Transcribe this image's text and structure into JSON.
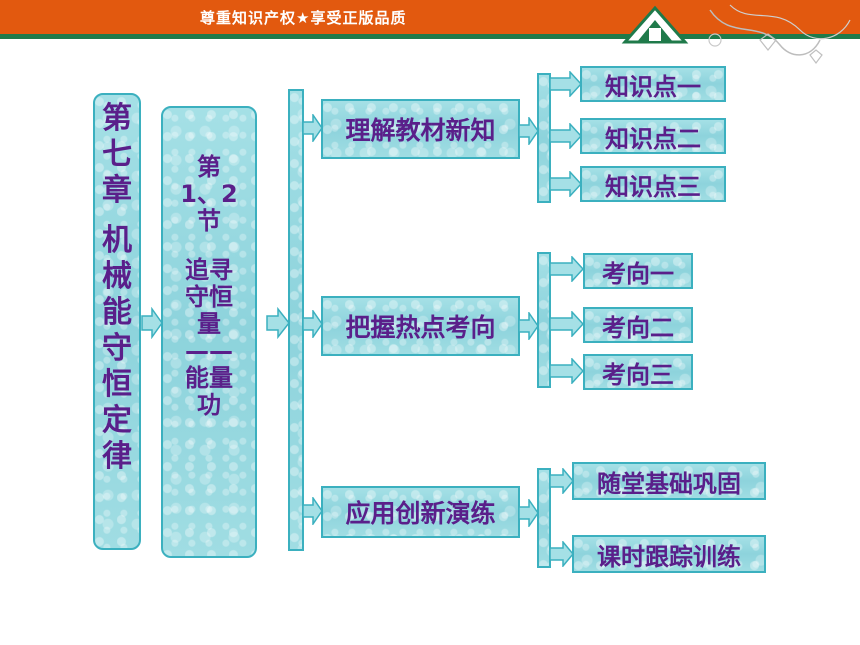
{
  "banner": {
    "text": "尊重知识产权★享受正版品质"
  },
  "colors": {
    "accent": "#e2590f",
    "box_fill": "#8dd3dc",
    "box_border": "#3bb0bf",
    "text": "#5a1f8a"
  },
  "chapter": {
    "lines": [
      "第",
      "七",
      "章",
      "",
      "机",
      "械",
      "能",
      "守",
      "恒",
      "定",
      "律"
    ]
  },
  "section": {
    "lines": [
      "第",
      "1、2",
      "节",
      "",
      "追寻",
      "守恒",
      "量",
      "——",
      "能量",
      "功"
    ]
  },
  "branches": [
    {
      "label": "理解教材新知",
      "items": [
        "知识点一",
        "知识点二",
        "知识点三"
      ]
    },
    {
      "label": "把握热点考向",
      "items": [
        "考向一",
        "考向二",
        "考向三"
      ]
    },
    {
      "label": "应用创新演练",
      "items": [
        "随堂基础巩固",
        "课时跟踪训练"
      ]
    }
  ]
}
